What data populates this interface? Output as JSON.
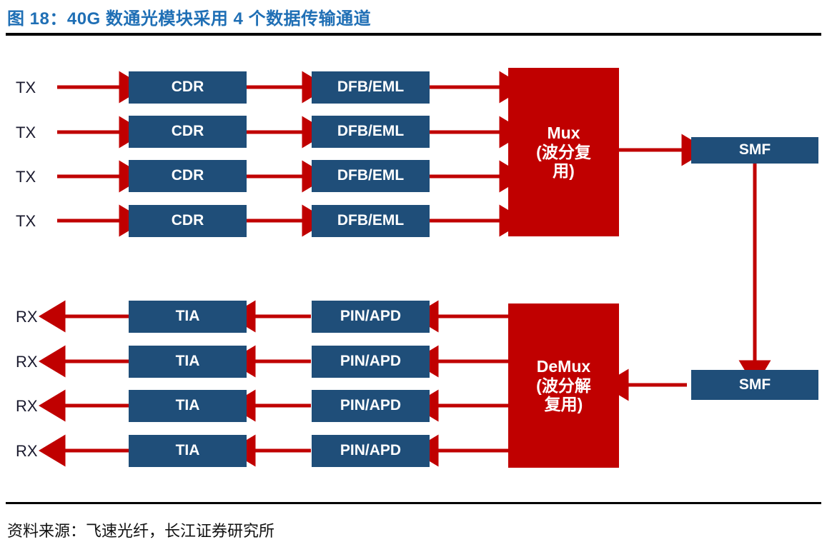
{
  "header": {
    "title": "图 18：40G 数通光模块采用 4 个数据传输通道",
    "title_color": "#1F6FB5"
  },
  "footer": {
    "source": "资料来源：飞速光纤，长江证券研究所"
  },
  "colors": {
    "box_blue": "#1F4E79",
    "box_red": "#C00000",
    "arrow_red": "#C00000",
    "rule_black": "#000000",
    "label_text": "#1A1A2E"
  },
  "diagram": {
    "type": "block-diagram",
    "transmit_label": "TX",
    "receive_label": "RX",
    "channel_count": 4,
    "transmit_rows": [
      {
        "endpoint": "TX",
        "stage1": "CDR",
        "stage2": "DFB/EML"
      },
      {
        "endpoint": "TX",
        "stage1": "CDR",
        "stage2": "DFB/EML"
      },
      {
        "endpoint": "TX",
        "stage1": "CDR",
        "stage2": "DFB/EML"
      },
      {
        "endpoint": "TX",
        "stage1": "CDR",
        "stage2": "DFB/EML"
      }
    ],
    "receive_rows": [
      {
        "endpoint": "RX",
        "stage1": "TIA",
        "stage2": "PIN/APD"
      },
      {
        "endpoint": "RX",
        "stage1": "TIA",
        "stage2": "PIN/APD"
      },
      {
        "endpoint": "RX",
        "stage1": "TIA",
        "stage2": "PIN/APD"
      },
      {
        "endpoint": "RX",
        "stage1": "TIA",
        "stage2": "PIN/APD"
      }
    ],
    "mux": {
      "name": "Mux",
      "subtitle_line1": "(波分复",
      "subtitle_line2": "用)"
    },
    "demux": {
      "name": "DeMux",
      "subtitle_line1": "(波分解",
      "subtitle_line2": "复用)"
    },
    "fiber_top": "SMF",
    "fiber_bottom": "SMF"
  }
}
